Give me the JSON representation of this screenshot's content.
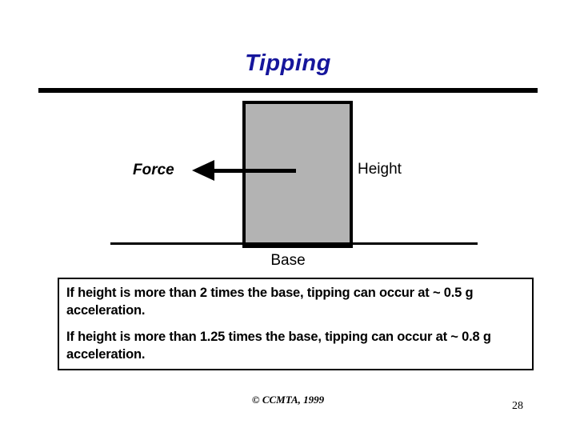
{
  "slide": {
    "title": "Tipping",
    "title_color": "#16169c",
    "background_color": "#ffffff",
    "page_number": "28",
    "copyright": "© CCMTA, 1999"
  },
  "diagram": {
    "block_fill_color": "#b3b3b3",
    "block_border_color": "#000000",
    "force_label": "Force",
    "height_label": "Height",
    "base_label": "Base",
    "arrow_direction": "left",
    "arrow_color": "#000000",
    "ground_line_color": "#000000"
  },
  "fact_box": {
    "border_color": "#000000",
    "lines": [
      "If height is more than 2 times the base, tipping can occur at ~ 0.5 g acceleration.",
      "If height is more than 1.25 times the base, tipping can occur at ~ 0.8 g acceleration."
    ]
  }
}
